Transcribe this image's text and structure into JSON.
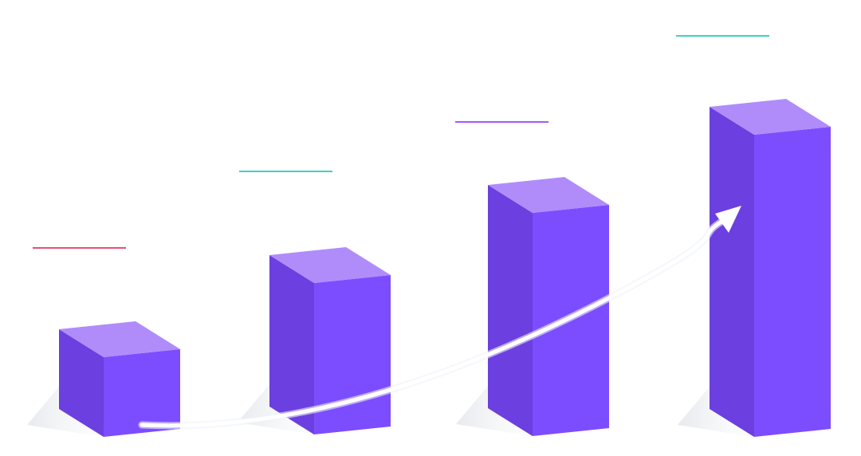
{
  "chart_data": {
    "type": "bar",
    "style": "3d-isometric-bars-with-trend-arrow",
    "categories": [
      "",
      "",
      "",
      ""
    ],
    "values": [
      1.0,
      2.0,
      3.0,
      4.1
    ],
    "title": "",
    "xlabel": "",
    "ylabel": "",
    "grid": false,
    "legend": "none",
    "trend_arrow": true,
    "label_underline_colors": [
      "#e8506e",
      "#3fd1c3",
      "#9f5bff",
      "#3fd1c3"
    ]
  },
  "colors": {
    "bar_front": "#7c4dff",
    "bar_side": "#6b3fe0",
    "bar_top": "#b08cfa",
    "shadow": "#d8dbe2",
    "arrow": "#ffffff",
    "background": "#ffffff"
  }
}
